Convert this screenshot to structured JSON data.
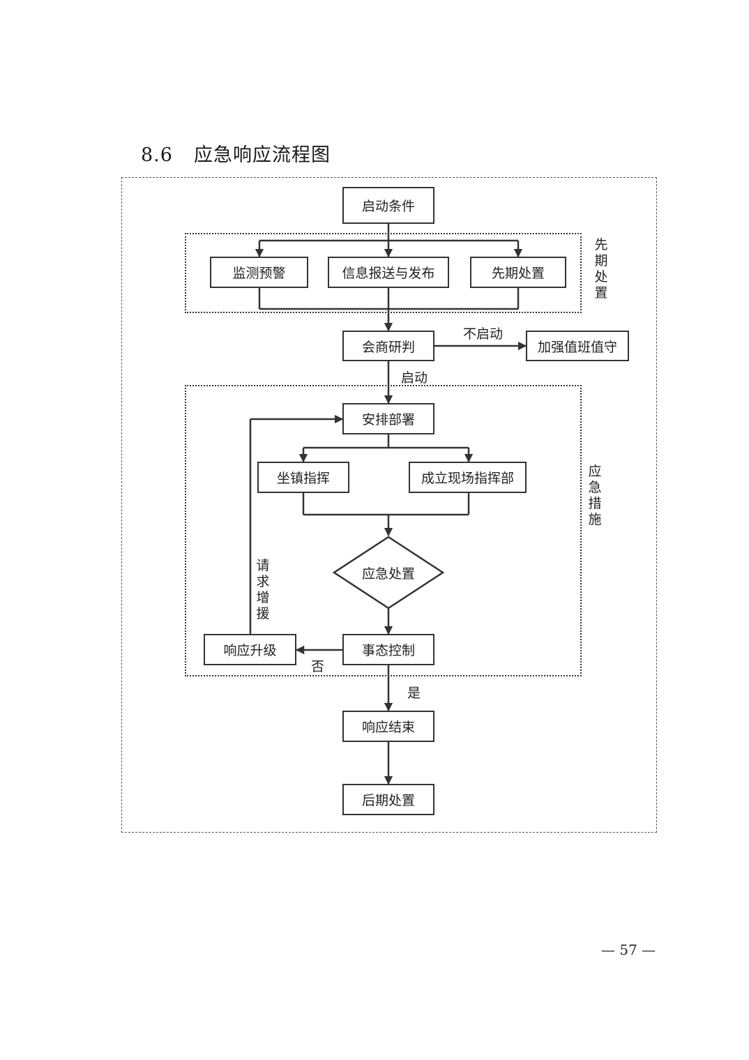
{
  "heading": {
    "number": "8.6",
    "title": "应急响应流程图"
  },
  "groups": {
    "early": "先期处置",
    "measures": "应急措施"
  },
  "nodes": {
    "start": "启动条件",
    "monitor": "监测预警",
    "report": "信息报送与发布",
    "early_disposal": "先期处置",
    "consult": "会商研判",
    "duty": "加强值班值守",
    "deploy": "安排部署",
    "command": "坐镇指挥",
    "field_hq": "成立现场指挥部",
    "emergency": "应急处置",
    "control": "事态控制",
    "upgrade": "响应升级",
    "end": "响应结束",
    "aftermath": "后期处置"
  },
  "edge_labels": {
    "not_start": "不启动",
    "start": "启动",
    "no": "否",
    "yes": "是",
    "reinforce": "请求增援"
  },
  "footer": {
    "page": "— 57 —"
  }
}
